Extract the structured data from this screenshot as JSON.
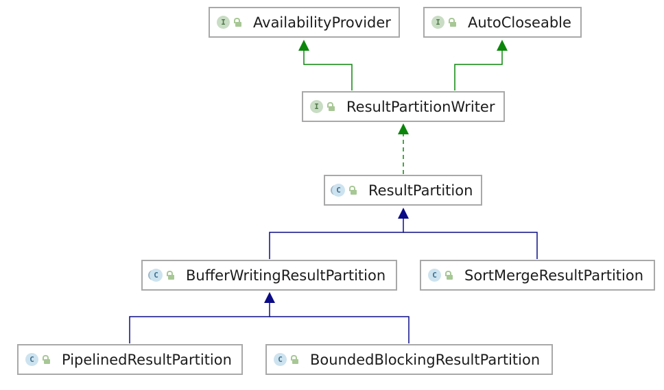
{
  "colors": {
    "implements_edge": "#0b860b",
    "extends_edge": "#0b0b86",
    "node_border": "#a8a8a8"
  },
  "nodes": [
    {
      "id": "availability-provider",
      "label": "AvailabilityProvider",
      "kind": "interface",
      "kind_letter": "I"
    },
    {
      "id": "auto-closeable",
      "label": "AutoCloseable",
      "kind": "interface",
      "kind_letter": "I"
    },
    {
      "id": "result-partition-writer",
      "label": "ResultPartitionWriter",
      "kind": "interface",
      "kind_letter": "I"
    },
    {
      "id": "result-partition",
      "label": "ResultPartition",
      "kind": "abstract-class",
      "kind_letter": "C"
    },
    {
      "id": "buffer-writing-result-partition",
      "label": "BufferWritingResultPartition",
      "kind": "abstract-class",
      "kind_letter": "C"
    },
    {
      "id": "sort-merge-result-partition",
      "label": "SortMergeResultPartition",
      "kind": "class",
      "kind_letter": "C"
    },
    {
      "id": "pipelined-result-partition",
      "label": "PipelinedResultPartition",
      "kind": "class",
      "kind_letter": "C"
    },
    {
      "id": "bounded-blocking-result-partition",
      "label": "BoundedBlockingResultPartition",
      "kind": "class",
      "kind_letter": "C"
    }
  ],
  "edges": [
    {
      "from": "result-partition-writer",
      "to": "availability-provider",
      "type": "extends-interface"
    },
    {
      "from": "result-partition-writer",
      "to": "auto-closeable",
      "type": "extends-interface"
    },
    {
      "from": "result-partition",
      "to": "result-partition-writer",
      "type": "implements"
    },
    {
      "from": "buffer-writing-result-partition",
      "to": "result-partition",
      "type": "extends"
    },
    {
      "from": "sort-merge-result-partition",
      "to": "result-partition",
      "type": "extends"
    },
    {
      "from": "pipelined-result-partition",
      "to": "buffer-writing-result-partition",
      "type": "extends"
    },
    {
      "from": "bounded-blocking-result-partition",
      "to": "buffer-writing-result-partition",
      "type": "extends"
    }
  ]
}
